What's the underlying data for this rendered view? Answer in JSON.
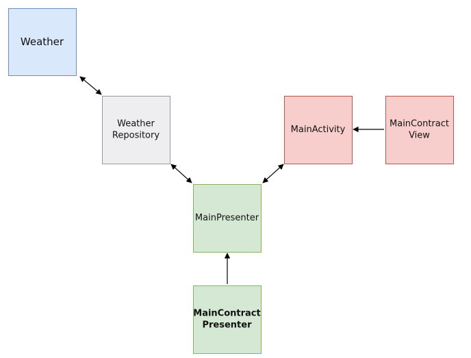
{
  "colors": {
    "blue_fill": "#dae8fc",
    "blue_stroke": "#6c8ebf",
    "gray_fill": "#eeedf0",
    "gray_stroke": "#9a9a9a",
    "red_fill": "#f8cecc",
    "red_stroke": "#b85450",
    "green_fill": "#d5e8d4",
    "green_stroke": "#82b366",
    "arrow": "#000000"
  },
  "nodes": [
    {
      "id": "weather",
      "lines": [
        "Weather"
      ],
      "color": "blue"
    },
    {
      "id": "weather-repository",
      "lines": [
        "Weather",
        "Repository"
      ],
      "color": "gray"
    },
    {
      "id": "main-activity",
      "lines": [
        "MainActivity"
      ],
      "color": "red"
    },
    {
      "id": "main-contract-view",
      "lines": [
        "MainContract",
        "View"
      ],
      "color": "red"
    },
    {
      "id": "main-presenter",
      "lines": [
        "MainPresenter"
      ],
      "color": "green"
    },
    {
      "id": "main-contract-presenter",
      "lines": [
        "MainContract",
        "Presenter"
      ],
      "color": "green"
    }
  ],
  "edges": [
    {
      "from": "weather",
      "to": "weather-repository",
      "direction": "both"
    },
    {
      "from": "weather-repository",
      "to": "main-presenter",
      "direction": "both"
    },
    {
      "from": "main-activity",
      "to": "main-presenter",
      "direction": "both"
    },
    {
      "from": "main-contract-view",
      "to": "main-activity",
      "direction": "forward"
    },
    {
      "from": "main-contract-presenter",
      "to": "main-presenter",
      "direction": "forward"
    }
  ]
}
